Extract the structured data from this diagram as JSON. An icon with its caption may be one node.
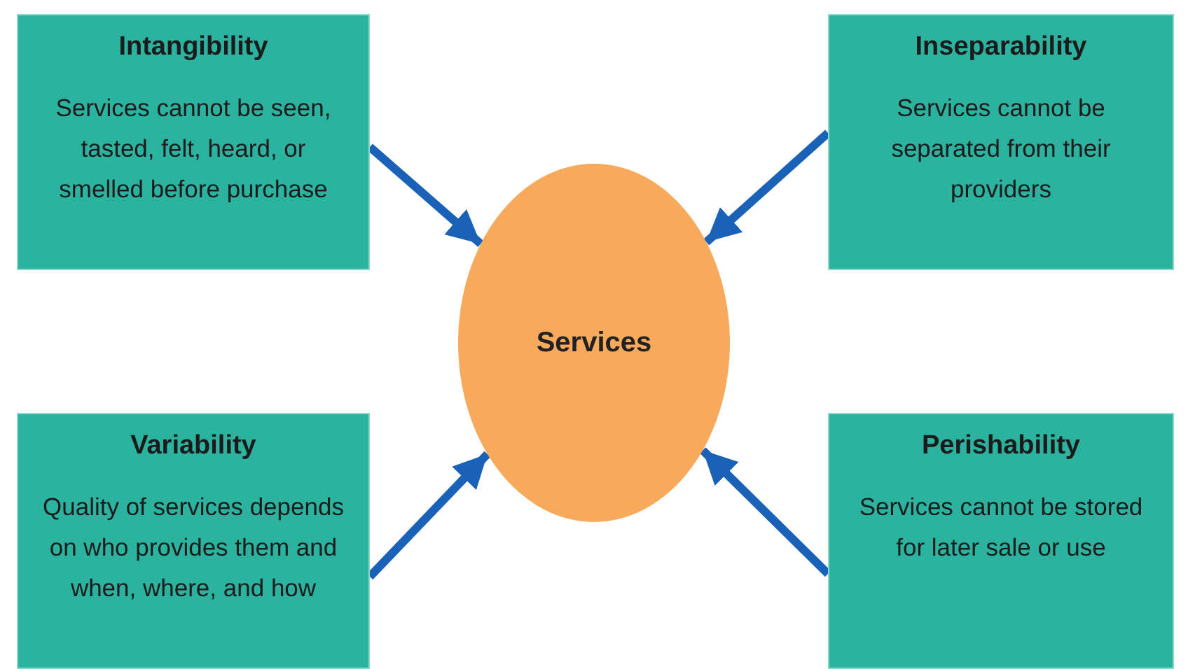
{
  "diagram": {
    "nodes": [
      {
        "text": [
          "Intangibility",
          "Services cannot be seen, tasted, felt, heard, or smelled before purchase"
        ]
      },
      {
        "text": [
          "Inseparability",
          "Services cannot be separated from their providers"
        ]
      },
      {
        "text": [
          "Services"
        ]
      },
      {
        "text": [
          "Variability",
          "Quality of services depends on who provides them and when, where, and how"
        ]
      },
      {
        "text": [
          "Perishability",
          "Services cannot be stored for later sale or use"
        ]
      }
    ],
    "edges": [
      {
        "from": 0,
        "to": 2,
        "arrow": "to"
      },
      {
        "from": 1,
        "to": 2,
        "arrow": "to"
      },
      {
        "from": 3,
        "to": 2,
        "arrow": "to"
      },
      {
        "from": 4,
        "to": 2,
        "arrow": "to"
      }
    ]
  }
}
